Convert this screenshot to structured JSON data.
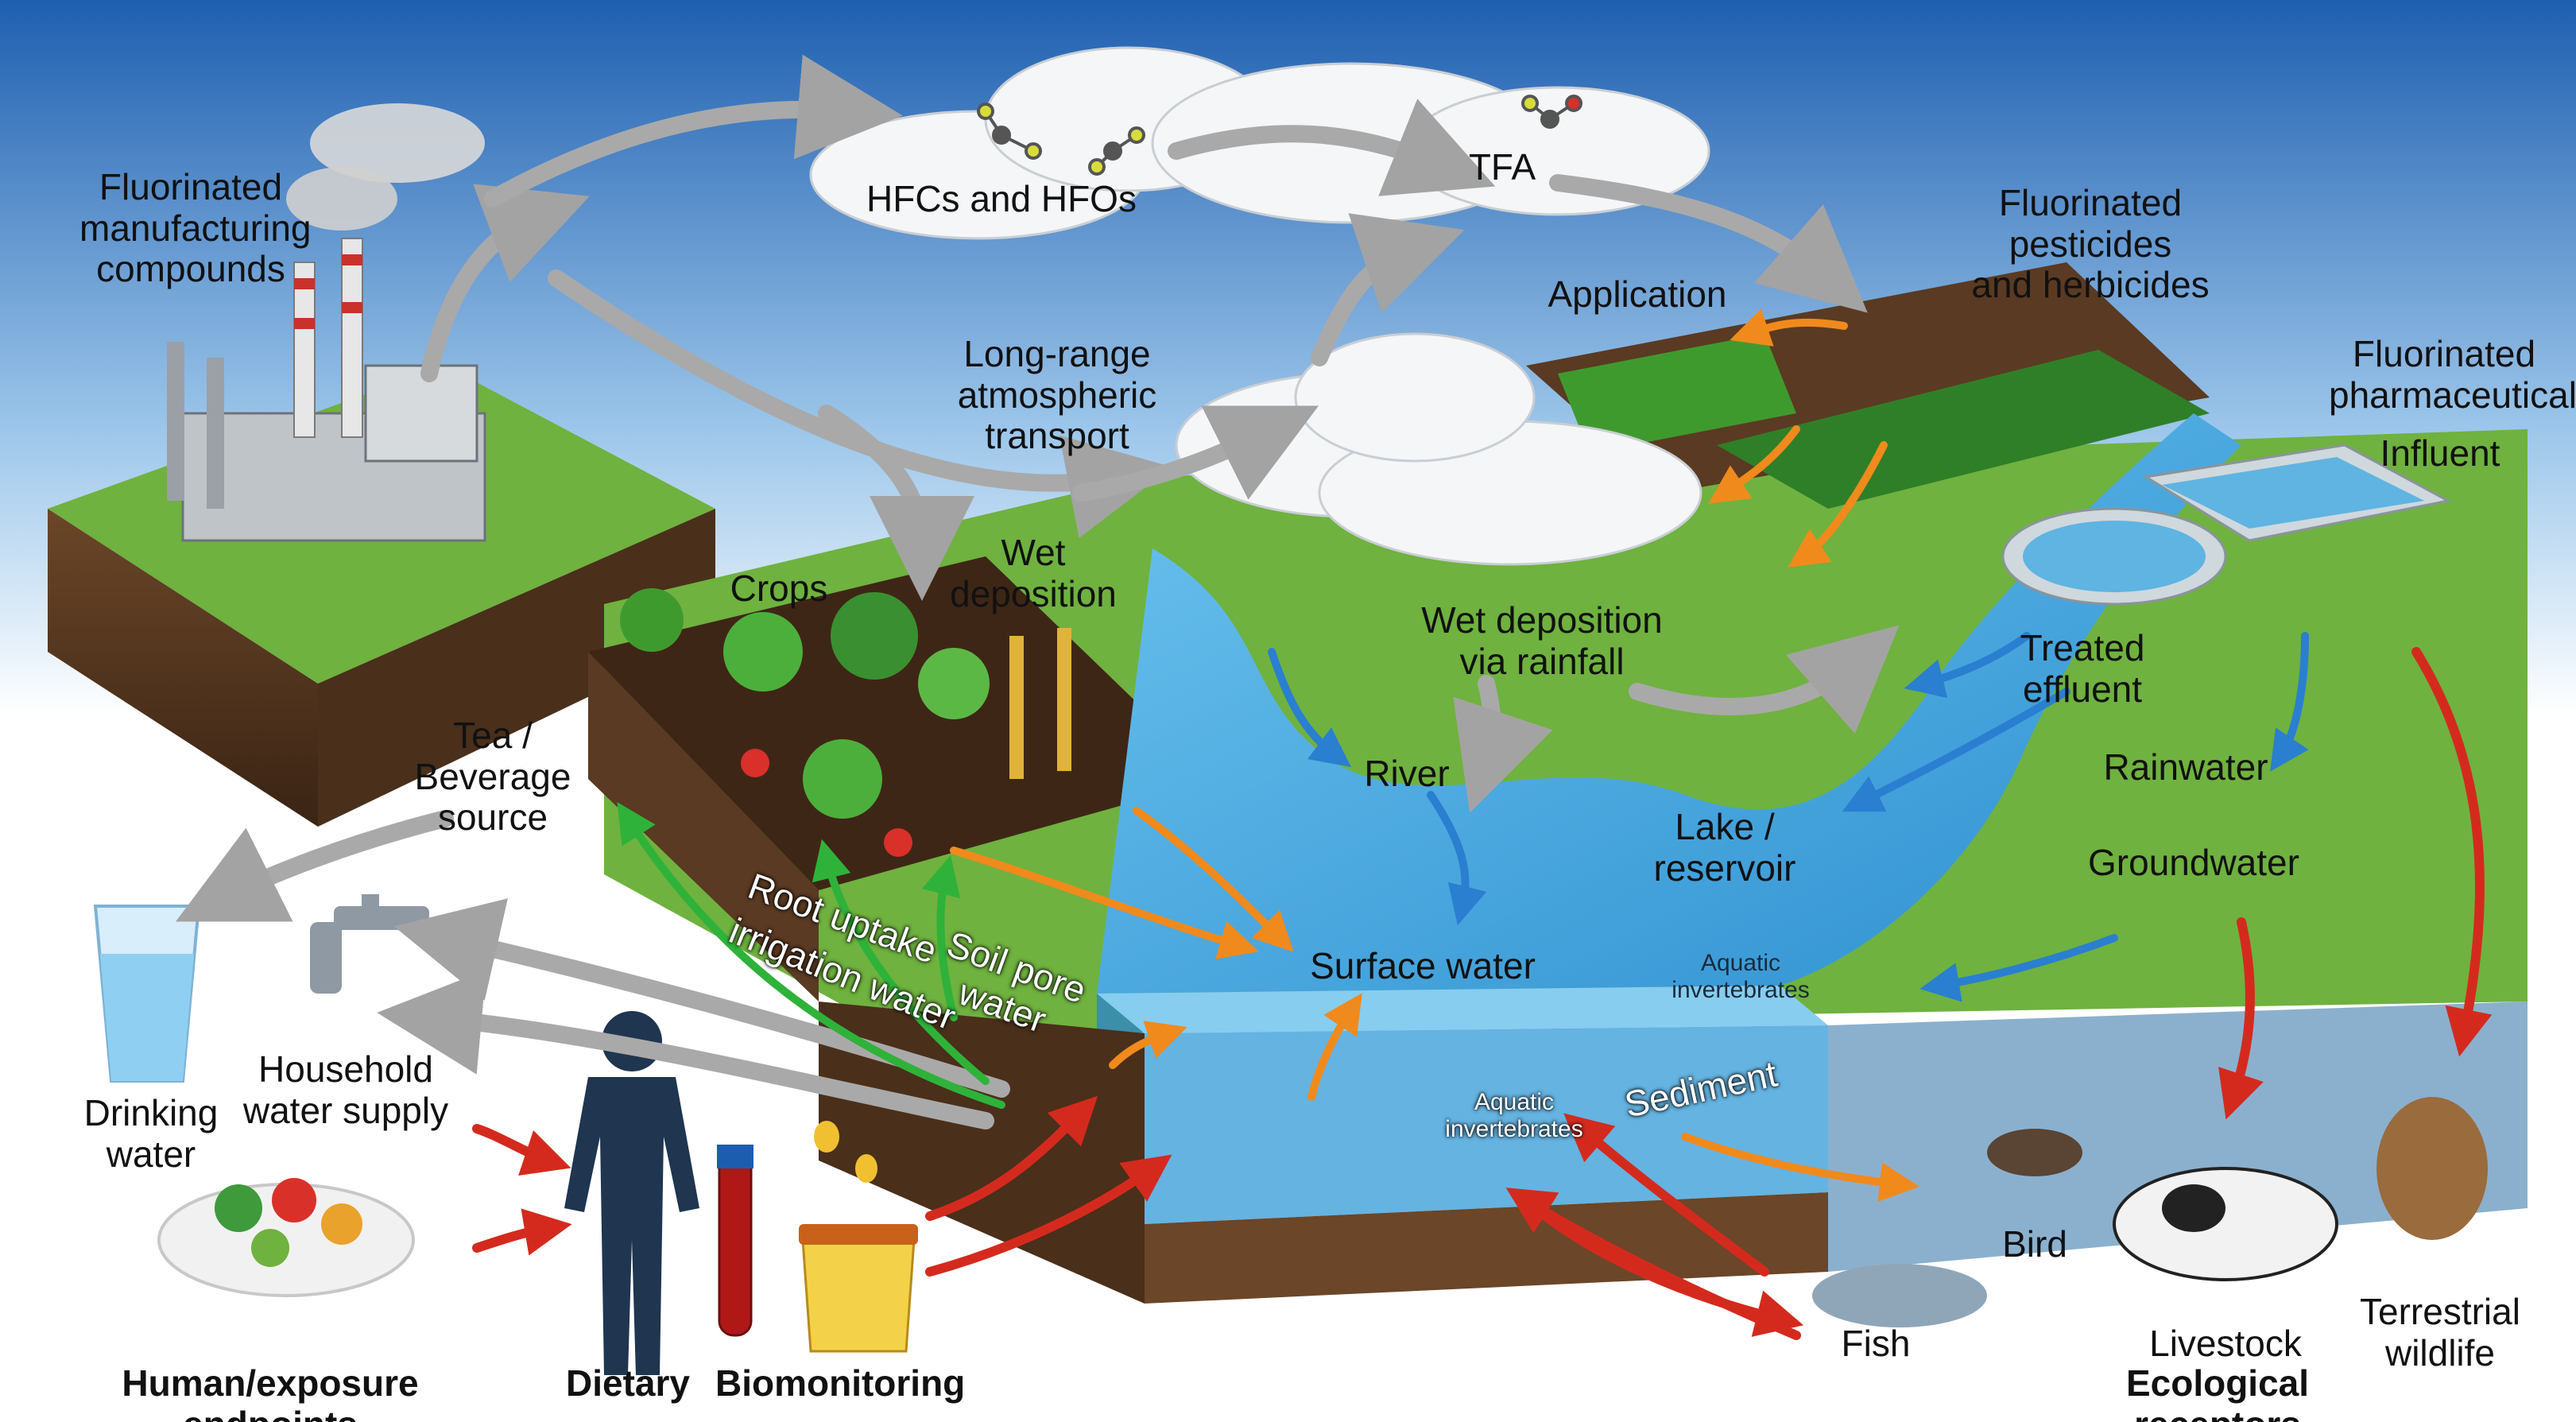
{
  "labels": {
    "manufacturing": "Fluorinated\nmanufacturing\ncompounds",
    "hfcs": "HFCs and HFOs",
    "tfa": "TFA",
    "pesticides": "Fluorinated pesticides\nand herbicides",
    "application": "Application",
    "long_range": "Long-range\natmospheric transport",
    "pharma": "Fluorinated\npharmaceutical",
    "influent": "Influent",
    "crops": "Crops",
    "wet_deposition": "Wet\ndeposition",
    "wet_rain": "Wet deposition\nvia rainfall",
    "treated": "Treated\neffluent",
    "tea": "Tea /\nBeverage\nsource",
    "river": "River",
    "rainwater": "Rainwater",
    "lake": "Lake /\nreservoir",
    "groundwater": "Groundwater",
    "root_uptake": "Root uptake",
    "irrigation": "irrigation water",
    "soil_pore": "Soil pore\nwater",
    "surface_water": "Surface water",
    "aquatic_inv_1": "Aquatic\ninvertebrates",
    "aquatic_inv_2": "Aquatic\ninvertebrates",
    "sediment": "Sediment",
    "drinking": "Drinking\nwater",
    "household": "Household\nwater supply",
    "bird": "Bird",
    "fish": "Fish",
    "livestock": "Livestock",
    "wildlife": "Terrestrial\nwildlife",
    "human_endpoints": "Human/exposure endpoints",
    "dietary": "Dietary",
    "biomonitoring": "Biomonitoring",
    "ecological": "Ecological  receptors"
  },
  "colors": {
    "sky_top": "#1f5fb0",
    "sky_bottom": "#ffffff",
    "grass": "#6fb23f",
    "soil": "#5a3a22",
    "water": "#3aa0d8",
    "arrow_grey": "#a9a9a9",
    "arrow_red": "#d42a1e",
    "arrow_green": "#2fb23a",
    "arrow_orange": "#f08a1c",
    "arrow_blue": "#2a7fd0"
  }
}
